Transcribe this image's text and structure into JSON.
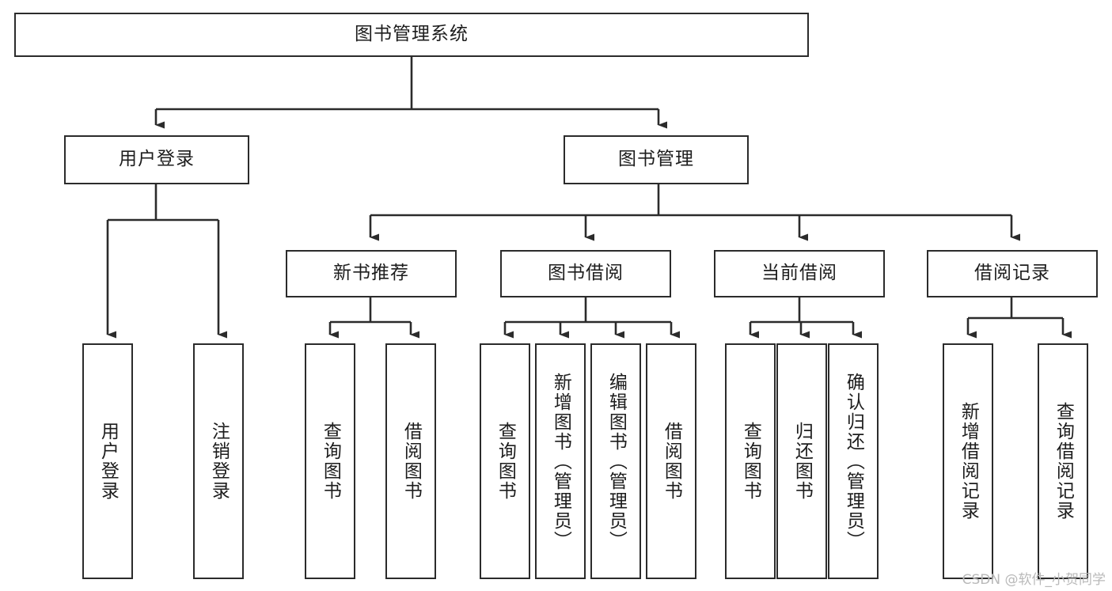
{
  "diagram": {
    "type": "tree-hierarchy",
    "title": "图书管理系统",
    "orientation": "top-down",
    "colors": {
      "box_border": "#2b2b2b",
      "box_fill": "#ffffff",
      "connector": "#2b2b2b",
      "text": "#1d1d1d",
      "watermark": "#b9b9b9",
      "background": "#ffffff"
    },
    "root": {
      "label": "图书管理系统"
    },
    "level2": [
      {
        "label": "用户登录"
      },
      {
        "label": "图书管理"
      }
    ],
    "level3": [
      {
        "label": "新书推荐"
      },
      {
        "label": "图书借阅"
      },
      {
        "label": "当前借阅"
      },
      {
        "label": "借阅记录"
      }
    ],
    "leaves": {
      "user_login": [
        {
          "label": "用户登录"
        },
        {
          "label": "注销登录"
        }
      ],
      "new_book_recommend": [
        {
          "label": "查询图书"
        },
        {
          "label": "借阅图书"
        }
      ],
      "book_borrow": [
        {
          "label": "查询图书"
        },
        {
          "label": "新增图书（管理员）"
        },
        {
          "label": "编辑图书（管理员）"
        },
        {
          "label": "借阅图书"
        }
      ],
      "current_borrow": [
        {
          "label": "查询图书"
        },
        {
          "label": "归还图书"
        },
        {
          "label": "确认归还（管理员）"
        }
      ],
      "borrow_record": [
        {
          "label": "新增借阅记录"
        },
        {
          "label": "查询借阅记录"
        }
      ]
    }
  },
  "watermark": {
    "text": "CSDN @软件_小贺同学"
  }
}
